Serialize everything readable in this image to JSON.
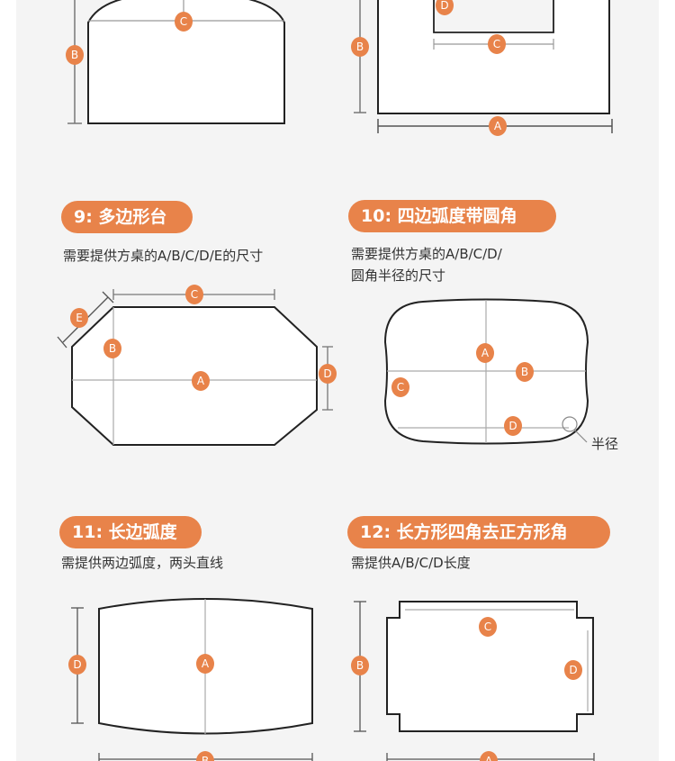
{
  "colors": {
    "accent": "#e8834a",
    "background": "#f4f4f4",
    "outline": "#222222",
    "guide": "#999999"
  },
  "sections": [
    {
      "id": "7",
      "labels": {
        "b": "B",
        "c": "C"
      }
    },
    {
      "id": "8",
      "labels": {
        "a": "A",
        "b": "B",
        "c": "C",
        "d": "D"
      }
    },
    {
      "id": "9",
      "title": "9: 多边形台",
      "description": "需要提供方桌的A/B/C/D/E的尺寸",
      "labels": {
        "a": "A",
        "b": "B",
        "c": "C",
        "d": "D",
        "e": "E"
      }
    },
    {
      "id": "10",
      "title": "10: 四边弧度带圆角",
      "description_lines": [
        "需要提供方桌的A/B/C/D/",
        "圆角半径的尺寸"
      ],
      "radius_label": "半径",
      "labels": {
        "a": "A",
        "b": "B",
        "c": "C",
        "d": "D"
      }
    },
    {
      "id": "11",
      "title": "11: 长边弧度",
      "description": "需提供两边弧度，两头直线",
      "labels": {
        "a": "A",
        "b": "B",
        "d": "D"
      }
    },
    {
      "id": "12",
      "title": "12: 长方形四角去正方形角",
      "description": "需提供A/B/C/D长度",
      "labels": {
        "a": "A",
        "b": "B",
        "c": "C",
        "d": "D"
      }
    }
  ]
}
